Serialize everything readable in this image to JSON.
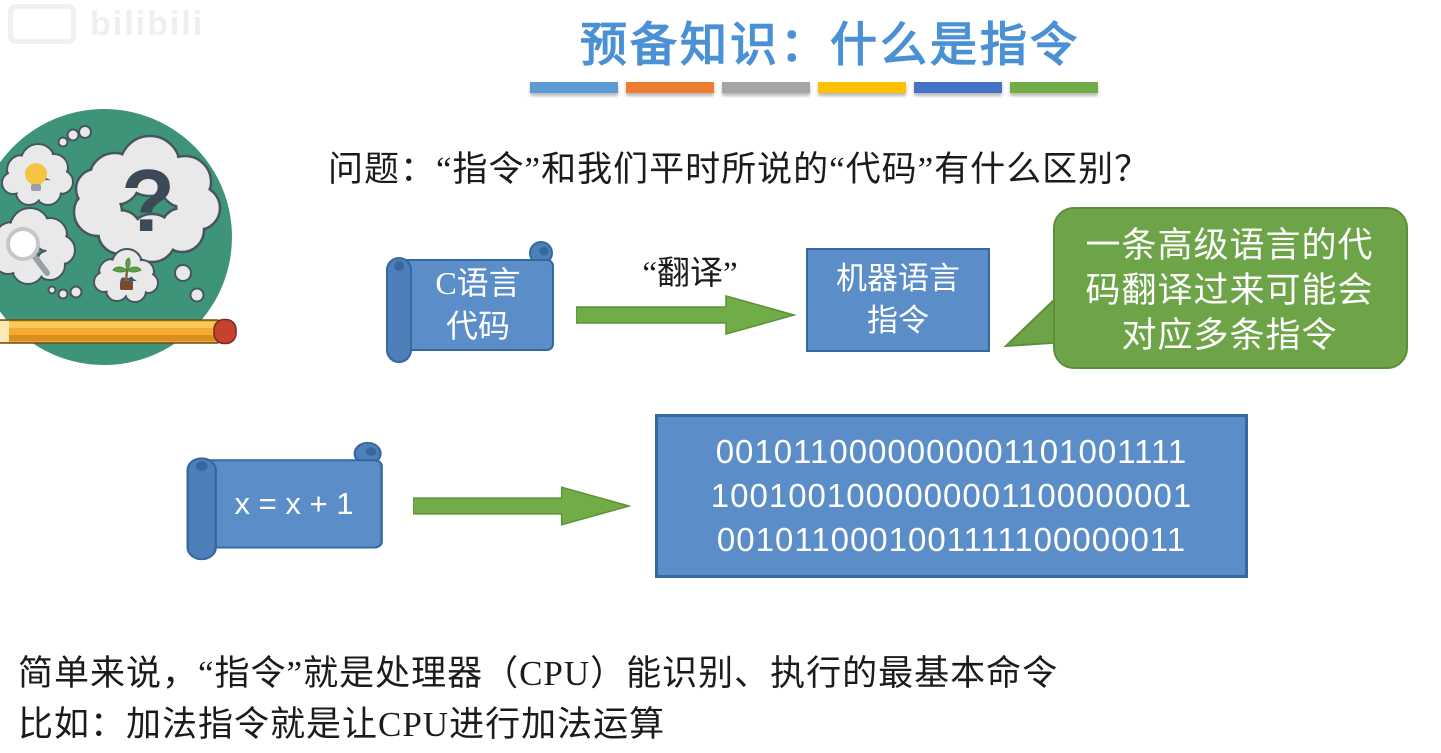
{
  "watermark": {
    "site": "bilibili"
  },
  "header": {
    "title": "预备知识：什么是指令",
    "divider_colors": [
      "#5b9bd5",
      "#ed7d31",
      "#a5a5a5",
      "#ffc000",
      "#4472c4",
      "#70ad47"
    ]
  },
  "question": "问题：“指令”和我们平时所说的“代码”有什么区别？",
  "flow_translate": {
    "source": {
      "line1": "C语言",
      "line2": "代码"
    },
    "arrow_label": "“翻译”",
    "target": {
      "line1": "机器语言",
      "line2": "指令"
    },
    "callout_lines": [
      "一条高级语言的代",
      "码翻译过来可能会",
      "对应多条指令"
    ]
  },
  "flow_example": {
    "source_code": "x = x + 1",
    "machine_code_lines": [
      "0010110000000001101001111",
      "1001001000000001100000001",
      "0010110001001111100000011"
    ]
  },
  "summary": {
    "line1": "简单来说，“指令”就是处理器（CPU）能识别、执行的最基本命令",
    "line2": "比如：加法指令就是让CPU进行加法运算"
  },
  "illustration": {
    "icons": [
      "question-mark-icon",
      "lightbulb-icon",
      "magnifier-icon",
      "palm-plant-icon",
      "pencil-icon",
      "thought-cloud-icon"
    ],
    "question_glyph": "?"
  },
  "colors": {
    "title_blue": "#4a90d5",
    "ink": "#1b1b1b",
    "shape_blue": "#5b8ec8",
    "shape_blue_dark": "#4d80ba",
    "shape_border": "#36689f",
    "arrow_green": "#70ad47",
    "arrow_green_border": "#5e9138",
    "callout_green": "#6da447",
    "callout_border": "#5d8f3b",
    "teal": "#3e9478",
    "cloud_gray": "#e9e9e9",
    "cloud_border": "#475560"
  }
}
